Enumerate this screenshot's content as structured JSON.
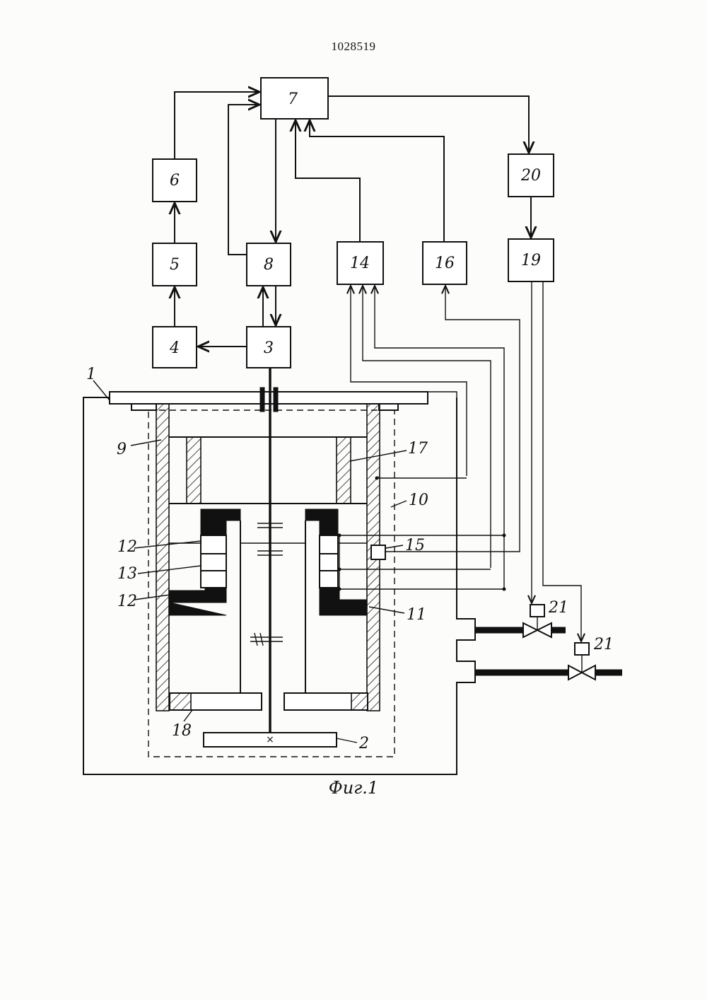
{
  "document": {
    "number": "1028519",
    "caption": "Фиг.1"
  },
  "blocks": {
    "b3": "3",
    "b4": "4",
    "b5": "5",
    "b6": "6",
    "b7": "7",
    "b8": "8",
    "b14": "14",
    "b16": "16",
    "b19": "19",
    "b20": "20"
  },
  "callouts": {
    "c1": "1",
    "c2": "2",
    "c9": "9",
    "c10": "10",
    "c11": "11",
    "c12a": "12",
    "c12b": "12",
    "c13": "13",
    "c15": "15",
    "c17": "17",
    "c18": "18",
    "c21a": "21",
    "c21b": "21"
  }
}
